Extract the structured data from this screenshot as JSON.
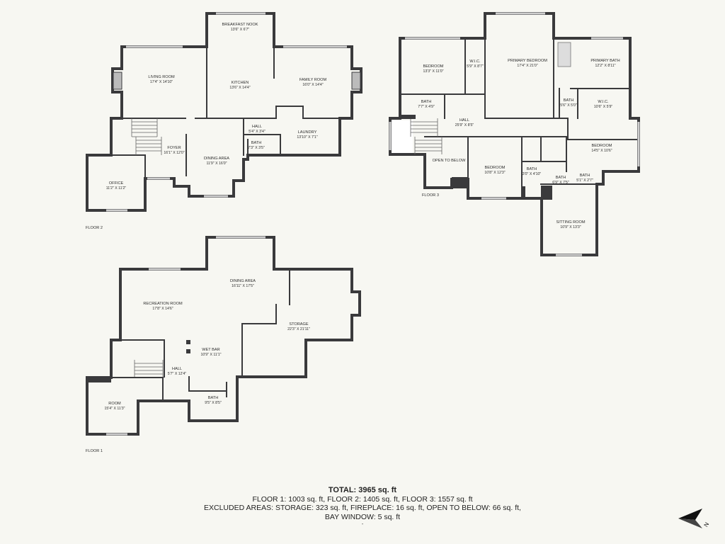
{
  "floors": [
    {
      "label": "FLOOR 2",
      "rooms": [
        {
          "name": "BREAKFAST NOOK",
          "dims": "13'6\" X 6'7\""
        },
        {
          "name": "LIVING ROOM",
          "dims": "17'4\" X 14'10\""
        },
        {
          "name": "KITCHEN",
          "dims": "13'6\" X 14'4\""
        },
        {
          "name": "FAMILY ROOM",
          "dims": "16'0\" X 14'4\""
        },
        {
          "name": "HALL",
          "dims": "5'4\" X 3'4\""
        },
        {
          "name": "LAUNDRY",
          "dims": "13'10\" X 7'1\""
        },
        {
          "name": "FOYER",
          "dims": "16'1\" X 12'0\""
        },
        {
          "name": "BATH",
          "dims": "7'3\" X 3'5\""
        },
        {
          "name": "DINING AREA",
          "dims": "11'9\" X 16'0\""
        },
        {
          "name": "OFFICE",
          "dims": "11'2\" X 11'2\""
        }
      ]
    },
    {
      "label": "FLOOR 3",
      "rooms": [
        {
          "name": "BEDROOM",
          "dims": "13'3\" X 11'0\""
        },
        {
          "name": "W.I.C.",
          "dims": "5'9\" X 8'7\""
        },
        {
          "name": "PRIMARY BEDROOM",
          "dims": "17'4\" X 21'0\""
        },
        {
          "name": "PRIMARY BATH",
          "dims": "12'2\" X 8'11\""
        },
        {
          "name": "BATH",
          "dims": "7'7\" X 4'9\""
        },
        {
          "name": "HALL",
          "dims": "25'9\" X 8'5\""
        },
        {
          "name": "BATH",
          "dims": "5'6\" X 5'0\""
        },
        {
          "name": "W.I.C.",
          "dims": "10'6\" X 5'9\""
        },
        {
          "name": "BEDROOM",
          "dims": "14'5\" X 10'6\""
        },
        {
          "name": "OPEN TO BELOW",
          "dims": ""
        },
        {
          "name": "BEDROOM",
          "dims": "10'8\" X 12'3\""
        },
        {
          "name": "BATH",
          "dims": "3'0\" X 4'10\""
        },
        {
          "name": "BATH",
          "dims": "6'9\" X 7'5\""
        },
        {
          "name": "BATH",
          "dims": "5'1\" X 2'7\""
        },
        {
          "name": "SITTING ROOM",
          "dims": "10'9\" X 13'3\""
        }
      ]
    },
    {
      "label": "FLOOR 1",
      "rooms": [
        {
          "name": "DINING AREA",
          "dims": "16'11\" X 17'5\""
        },
        {
          "name": "RECREATION ROOM",
          "dims": "17'8\" X 14'6\""
        },
        {
          "name": "STORAGE",
          "dims": "22'3\" X 21'11\""
        },
        {
          "name": "WET BAR",
          "dims": "10'9\" X 11'1\""
        },
        {
          "name": "HALL",
          "dims": "5'7\" X 12'4\""
        },
        {
          "name": "ROOM",
          "dims": "15'4\" X 11'3\""
        },
        {
          "name": "BATH",
          "dims": "9'5\" X 8'5\""
        }
      ]
    }
  ],
  "summary": {
    "total": "TOTAL: 3965 sq. ft",
    "floors_line": "FLOOR 1: 1003 sq. ft, FLOOR 2: 1405 sq. ft, FLOOR 3: 1557 sq. ft",
    "excluded_line": "EXCLUDED AREAS: STORAGE: 323 sq. ft, FIREPLACE: 16 sq. ft, OPEN TO BELOW: 66 sq. ft,",
    "excluded_line2": "BAY WINDOW: 5 sq. ft",
    "footnote": "-"
  },
  "compass": {
    "label": "N",
    "icon": "north-arrow-icon"
  },
  "colors": {
    "wall": "#3a3a3c",
    "background": "#f7f7f2",
    "window": "#cfcfcf"
  }
}
